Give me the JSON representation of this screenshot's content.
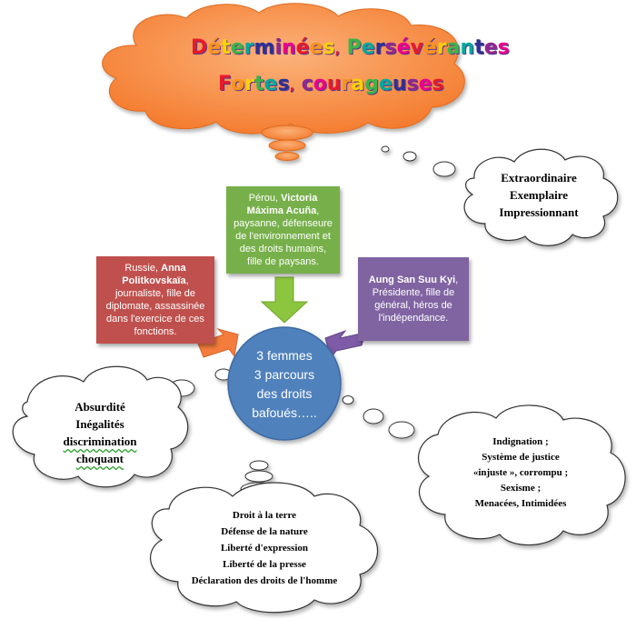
{
  "title": {
    "line1": [
      "Déterminées",
      "Persévérantes"
    ],
    "line2": [
      "Fortes",
      "courageuses"
    ],
    "letter_colors": [
      "#e8192c",
      "#f7941d",
      "#ffd200",
      "#39b54a",
      "#00a99d",
      "#2e3192",
      "#92278f",
      "#ec008c"
    ]
  },
  "top_box": {
    "prefix": "Pérou, ",
    "name": "Victoria Máxima Acuña",
    "desc": ", paysanne, défenseure de l'environnement et des droits humains, fille de paysans.",
    "color": "#77b04a"
  },
  "left_box": {
    "prefix": "Russie, ",
    "name": "Anna Politkovskaïa",
    "desc": ", journaliste, fille de diplomate, assassinée dans  l'exercice de ces fonctions.",
    "color": "#c0504d"
  },
  "right_box": {
    "name": "Aung San Suu Kyi",
    "desc": ", Présidente, fille de général, héros de l'indépendance.",
    "color": "#8064a2"
  },
  "center": {
    "lines": [
      "3 femmes",
      "3 parcours",
      "des droits",
      "bafoués….."
    ],
    "color": "#4f81bd"
  },
  "cloud_right_top": [
    "Extraordinaire",
    "Exemplaire",
    "Impressionnant"
  ],
  "cloud_left": [
    "Absurdité",
    "Inégalités",
    "discrimination",
    "choquant"
  ],
  "cloud_right_bottom": [
    "Indignation  ;",
    "Système de justice",
    "«injuste », corrompu ;",
    "Sexisme ;",
    "Menacées, Intimidées"
  ],
  "cloud_bottom": [
    "Droit  à la terre",
    "Défense de la nature",
    "Liberté d'expression",
    "Liberté de la presse",
    "Déclaration  des droits de l'homme"
  ],
  "colors": {
    "title_cloud": "#f7904a",
    "arrow_left": "#f47c3c",
    "arrow_top": "#8cc63f",
    "arrow_right": "#7d5ba6"
  }
}
